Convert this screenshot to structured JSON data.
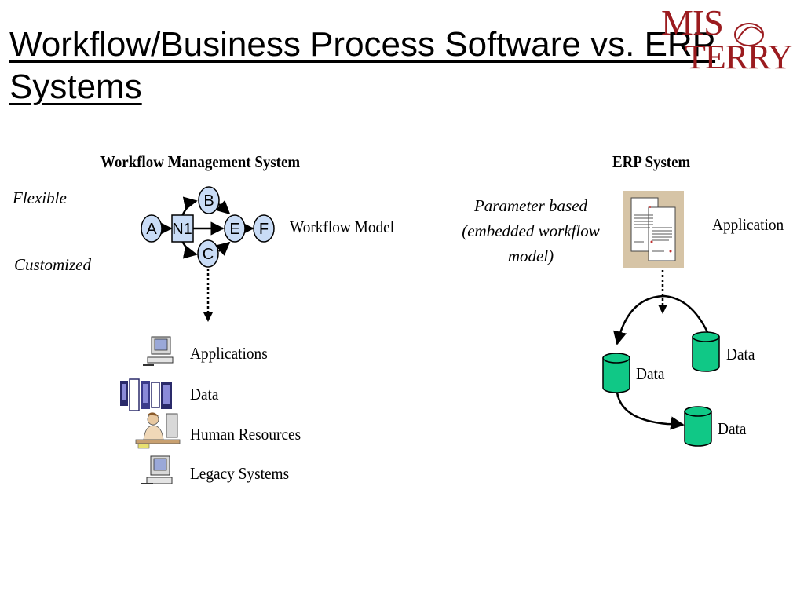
{
  "slide": {
    "title": "Workflow/Business Process Software vs. ERP Systems"
  },
  "logo": {
    "line1": "MIS",
    "line2": "TERRY"
  },
  "workflow": {
    "heading": "Workflow Management System",
    "attributes": [
      "Flexible",
      "Customized"
    ],
    "model_label": "Workflow Model",
    "nodes": [
      "A",
      "N1",
      "B",
      "C",
      "E",
      "F"
    ],
    "resources": [
      {
        "label": "Applications",
        "icon": "computer-icon"
      },
      {
        "label": "Data",
        "icon": "servers-icon"
      },
      {
        "label": "Human Resources",
        "icon": "person-at-desk-icon"
      },
      {
        "label": "Legacy Systems",
        "icon": "computer-icon"
      }
    ]
  },
  "erp": {
    "heading": "ERP System",
    "parameter_text": [
      "Parameter based",
      "(embedded workflow",
      "model)"
    ],
    "application_label": "Application",
    "data_labels": [
      "Data",
      "Data",
      "Data"
    ]
  },
  "colors": {
    "node_fill": "#c9dcf6",
    "db_fill": "#10c886",
    "doc_background": "#d6c4a6",
    "logo": "#9b1b1f"
  }
}
